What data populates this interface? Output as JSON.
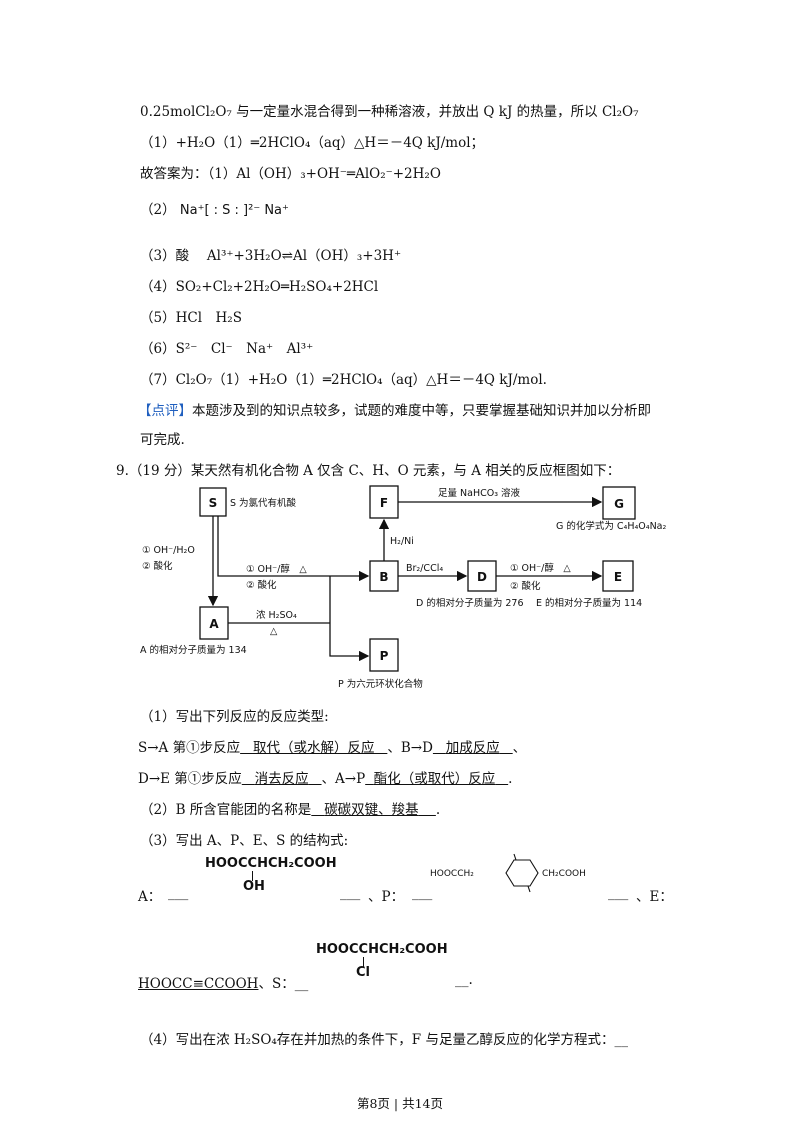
{
  "text": {
    "l1": "0.25molCl₂O₇ 与一定量水混合得到一种稀溶液，并放出 Q kJ 的热量，所以 Cl₂O₇",
    "l2": "（1）+H₂O（1）═2HClO₄（aq）△H＝－4Q kJ/mol；",
    "l3": "故答案为：（1）Al（OH）₃+OH⁻═AlO₂⁻+2H₂O",
    "l4_prefix": "（2）",
    "l4_formula": "Na⁺[ : S : ]²⁻ Na⁺",
    "l5": "（3）酸　 Al³⁺+3H₂O⇌Al（OH）₃+3H⁺",
    "l6": "（4）SO₂+Cl₂+2H₂O═H₂SO₄+2HCl",
    "l7": "（5）HCl　H₂S",
    "l8": "（6）S²⁻　Cl⁻　Na⁺　Al³⁺",
    "l9": "（7）Cl₂O₇（1）+H₂O（1）═2HClO₄（aq）△H＝－4Q kJ/mol.",
    "comment_tag": "【点评】",
    "comment_a": "本题涉及到的知识点较多，试题的难度中等，只要掌握基础知识并加以分析即",
    "comment_b": "可完成.",
    "q9": "9.（19 分）某天然有机化合物 A 仅含 C、H、O 元素，与 A 相关的反应框图如下：",
    "s1": "（1）写出下列反应的反应类型:",
    "s2a": "S→A 第①步反应",
    "s2b": "取代（或水解）反应",
    "s2c": "、B→D",
    "s2d": "加成反应",
    "s2e": "、",
    "s3a": "D→E 第①步反应",
    "s3b": "消去反应",
    "s3c": "、A→P",
    "s3d": "酯化（或取代）反应",
    "s3e": ".",
    "s4a": "（2）B 所含官能团的名称是",
    "s4b": "碳碳双键、羧基",
    "s4c": ".",
    "s5": "（3）写出 A、P、E、S 的结构式:",
    "a_label": "A：",
    "a_struct_top": "HOOCCHCH₂COOH",
    "a_struct_sub": "OH",
    "p_label": "、P：",
    "e_label": "、E：",
    "p_left": "HOOCCH₂",
    "p_right": "CH₂COOH",
    "e_val": "HOOCC≡CCOOH",
    "s_label": "、S：",
    "s_struct_top": "HOOCCHCH₂COOH",
    "s_struct_sub": "Cl",
    "s_end": ".",
    "s7": "（4）写出在浓 H₂SO₄存在并加热的条件下，F 与足量乙醇反应的化学方程式：",
    "footer": "第8页 | 共14页"
  },
  "diagram": {
    "S": "S",
    "S_note": "S 为氯代有机酸",
    "A": "A",
    "A_note": "A 的相对分子质量为 134",
    "B": "B",
    "F": "F",
    "D": "D",
    "D_note": "D 的相对分子质量为 276",
    "E": "E",
    "E_note": "E 的相对分子质量为 114",
    "G": "G",
    "G_note": "G 的化学式为 C₄H₄O₄Na₂",
    "P": "P",
    "P_note": "P 为六元环状化合物",
    "S_to_A_1": "① OH⁻/H₂O",
    "S_to_A_2": "② 酸化",
    "S_to_B_1": "① OH⁻/醇　△",
    "S_to_B_2": "② 酸化",
    "A_to_B_1": "浓 H₂SO₄",
    "A_to_B_2": "△",
    "B_to_F": "H₂/Ni",
    "F_to_G": "足量 NaHCO₃ 溶液",
    "B_to_D": "Br₂/CCl₄",
    "D_to_E_1": "① OH⁻/醇　△",
    "D_to_E_2": "② 酸化"
  }
}
